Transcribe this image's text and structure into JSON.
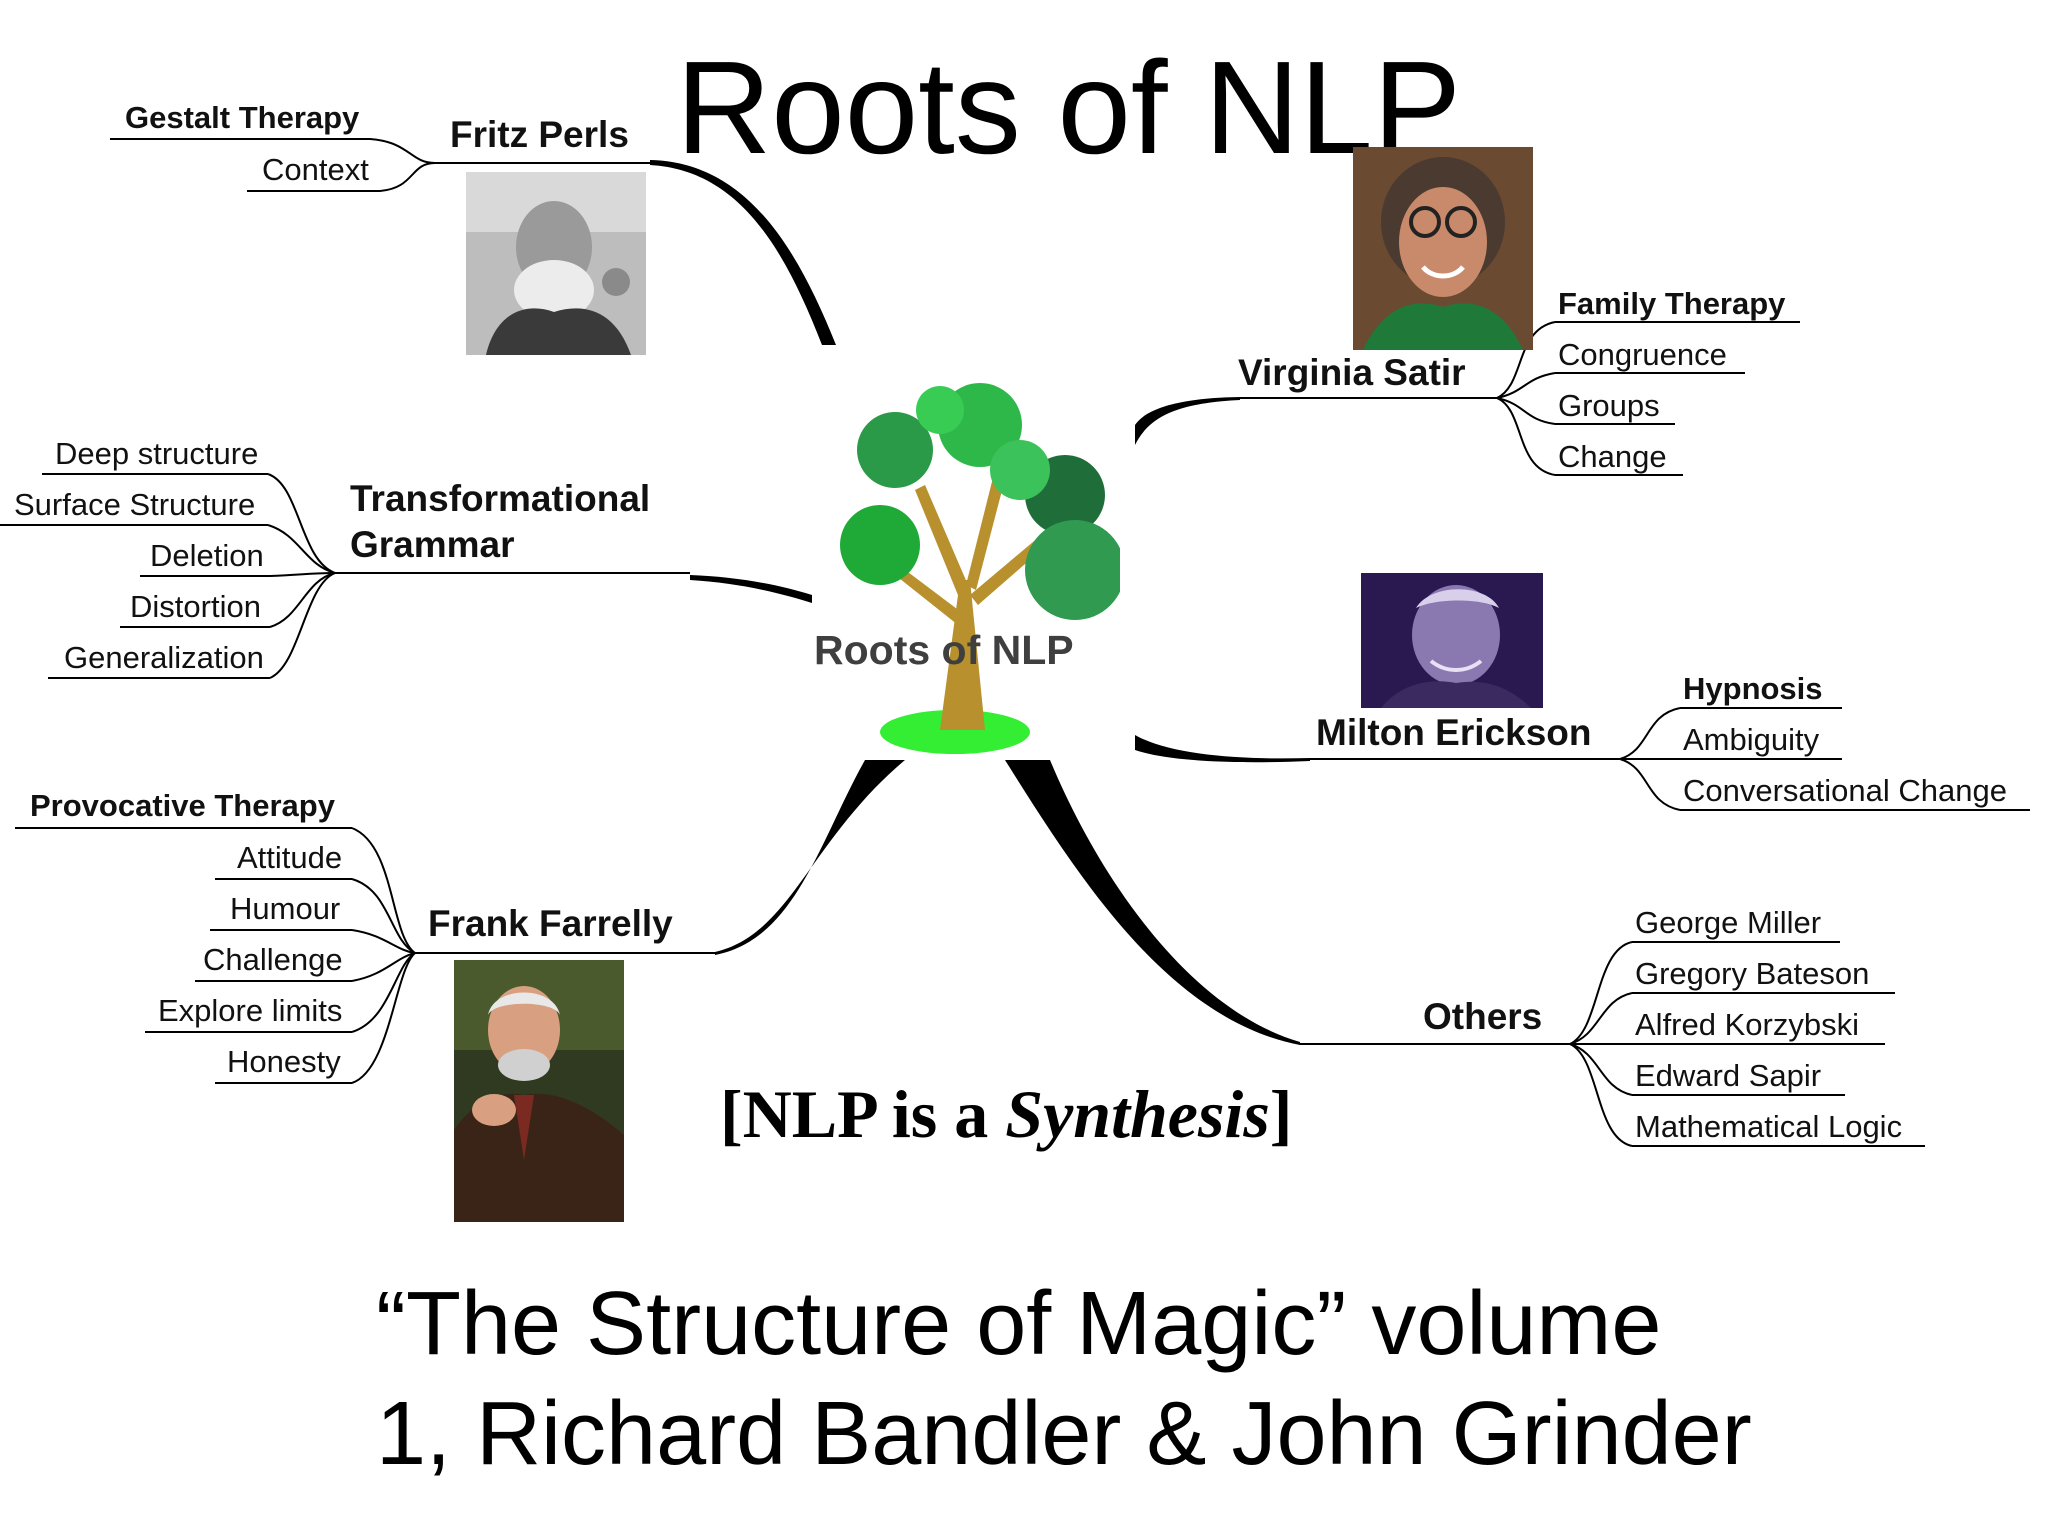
{
  "title": "Roots of NLP",
  "center": {
    "label": "Roots of NLP",
    "icon": "tree-icon"
  },
  "branches": {
    "fritz_perls": {
      "name": "Fritz Perls",
      "topics": [
        "Gestalt Therapy",
        "Context"
      ],
      "photo": "fritz-perls-portrait"
    },
    "transformational_grammar": {
      "name_line1": "Transformational",
      "name_line2": "Grammar",
      "topics": [
        "Deep structure",
        "Surface Structure",
        "Deletion",
        "Distortion",
        "Generalization"
      ]
    },
    "frank_farrelly": {
      "name": "Frank Farrelly",
      "topics": [
        "Provocative Therapy",
        "Attitude",
        "Humour",
        "Challenge",
        "Explore limits",
        "Honesty"
      ],
      "photo": "frank-farrelly-portrait"
    },
    "virginia_satir": {
      "name": "Virginia Satir",
      "topics": [
        "Family Therapy",
        "Congruence",
        "Groups",
        "Change"
      ],
      "photo": "virginia-satir-portrait"
    },
    "milton_erickson": {
      "name": "Milton Erickson",
      "topics": [
        "Hypnosis",
        "Ambiguity",
        "Conversational Change"
      ],
      "photo": "milton-erickson-portrait"
    },
    "others": {
      "name": "Others",
      "topics": [
        "George Miller",
        "Gregory Bateson",
        "Alfred Korzybski",
        "Edward Sapir",
        "Mathematical Logic"
      ]
    }
  },
  "synthesis": {
    "open": "[NLP is a ",
    "emphasis": "Synthesis",
    "close": "]"
  },
  "quote": "“The Structure of Magic” volume 1, Richard Bandler & John Grinder",
  "colors": {
    "text": "#111111",
    "title": "#000000",
    "center_label": "#3f3f3f",
    "leaf_green": "#2fb84a",
    "trunk": "#b8912e",
    "ground": "#33ee33"
  }
}
